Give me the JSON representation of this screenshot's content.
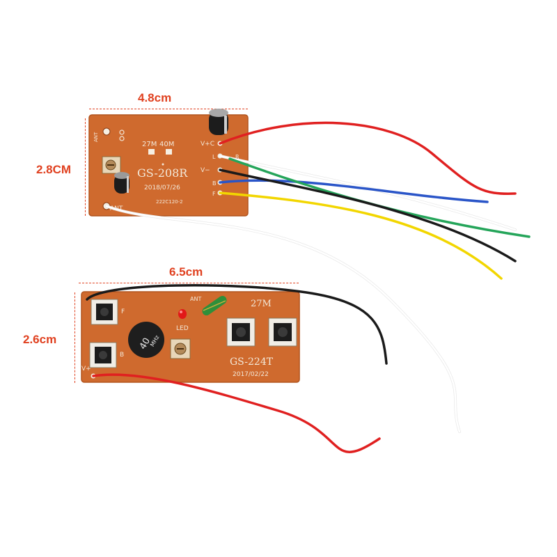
{
  "receiver": {
    "width_label": "4.8cm",
    "height_label": "2.8CM",
    "model": "GS-208R",
    "date": "2018/07/26",
    "code": "222C120-2",
    "freq_27": "27M",
    "freq_40": "40M",
    "ant_top": "ANT",
    "ant_bottom": "ANT",
    "pin_vplus": "V+C",
    "pin_l": "L",
    "pin_r": "R",
    "pin_vminus": "V−",
    "pin_b": "B",
    "pin_f": "F"
  },
  "transmitter": {
    "width_label": "6.5cm",
    "height_label": "2.6cm",
    "model": "GS-224T",
    "date": "2017/02/22",
    "freq": "27M",
    "ant": "ANT",
    "led": "LED",
    "crystal_top": "40",
    "crystal_bottom": "MHz",
    "btn_f": "F",
    "btn_b": "B",
    "pin_vplus": "V+"
  },
  "colors": {
    "pcb": "#cf6a2e",
    "dimension_label": "#e0401f",
    "wire_red": "#e02020",
    "wire_white": "#f5f5f5",
    "wire_blue": "#2a55c8",
    "wire_green": "#25a55a",
    "wire_black": "#1a1a1a",
    "wire_yellow": "#f2d600"
  }
}
